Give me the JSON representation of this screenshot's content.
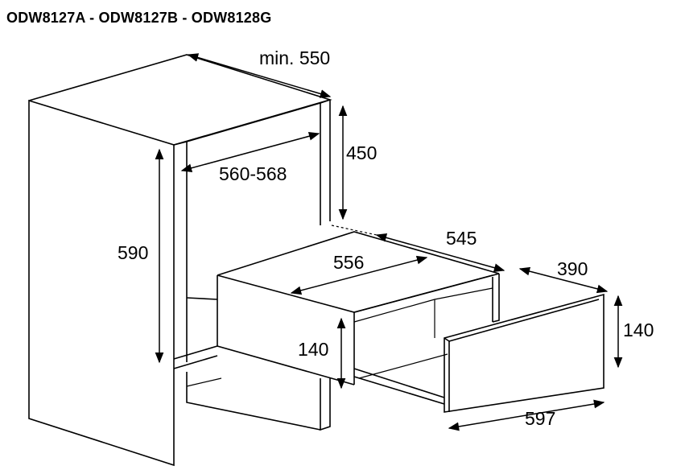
{
  "title": "ODW8127A - ODW8127B - ODW8128G",
  "dimensions": {
    "cabinet_depth": "min. 550",
    "drawer_clearance_height": "450",
    "niche_width": "560-568",
    "niche_height": "590",
    "appliance_width": "556",
    "appliance_depth": "545",
    "drawer_extension": "390",
    "appliance_height": "140",
    "front_height": "140",
    "front_width": "597"
  }
}
